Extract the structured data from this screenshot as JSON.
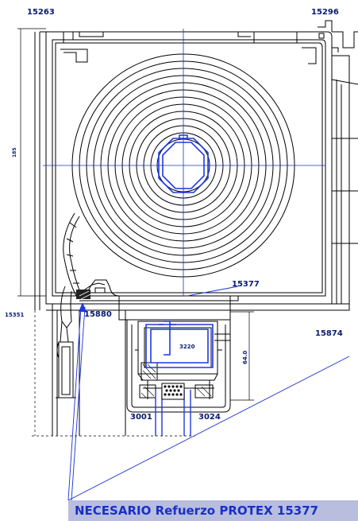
{
  "labels": {
    "part_top_left": "15263",
    "part_top_right": "15296",
    "dimension_vertical": "185",
    "part_left_bottom": "15351",
    "part_15880": "15880",
    "part_15377": "15377",
    "part_15874": "15874",
    "part_3220": "3220",
    "dimension_64": "64.0",
    "part_3001": "3001",
    "part_3024": "3024"
  },
  "banner": {
    "text": "NECESARIO Refuerzo PROTEX 15377"
  },
  "colors": {
    "line": "#000000",
    "axis": "#1a2fd6",
    "label": "#0a1a70",
    "highlight": "#1f38e0",
    "banner_bg": "#b9bedf",
    "banner_text": "#1830c8"
  }
}
